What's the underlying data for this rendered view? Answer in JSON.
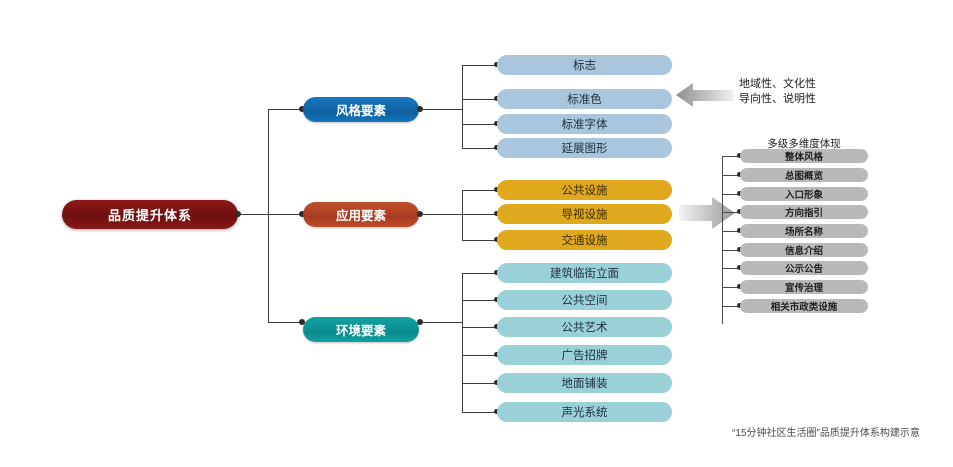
{
  "diagram": {
    "root": {
      "label": "品质提升体系"
    },
    "branches": [
      {
        "key": "style",
        "label": "风格要素",
        "color": "#0e5f9e"
      },
      {
        "key": "apply",
        "label": "应用要素",
        "color": "#a73b20"
      },
      {
        "key": "env",
        "label": "环境要素",
        "color": "#0c8b8d"
      }
    ],
    "style_leaves": [
      {
        "label": "标志"
      },
      {
        "label": "标准色"
      },
      {
        "label": "标准字体"
      },
      {
        "label": "延展图形"
      }
    ],
    "apply_leaves": [
      {
        "label": "公共设施"
      },
      {
        "label": "导视设施"
      },
      {
        "label": "交通设施"
      }
    ],
    "env_leaves": [
      {
        "label": "建筑临街立面"
      },
      {
        "label": "公共空间"
      },
      {
        "label": "公共艺术"
      },
      {
        "label": "广告招牌"
      },
      {
        "label": "地面铺装"
      },
      {
        "label": "声光系统"
      }
    ],
    "annotation": {
      "line1": "地域性、文化性",
      "line2": "导向性、说明性"
    },
    "detail_column": {
      "title": "多级多维度体现",
      "items": [
        {
          "label": "整体风格"
        },
        {
          "label": "总图概览"
        },
        {
          "label": "入口形象"
        },
        {
          "label": "方向指引"
        },
        {
          "label": "场所名称"
        },
        {
          "label": "信息介绍"
        },
        {
          "label": "公示公告"
        },
        {
          "label": "宣传治理"
        },
        {
          "label": "相关市政类设施"
        }
      ]
    },
    "caption": "“15分钟社区生活圈”品质提升体系构建示意",
    "colors": {
      "root": "#6e100f",
      "style_branch": "#0e5f9e",
      "apply_branch": "#a73b20",
      "env_branch": "#0c8b8d",
      "style_leaf": "#a9c6dd",
      "apply_leaf": "#e0a81c",
      "env_leaf": "#9ad0d7",
      "detail_pill": "#b9b9b9",
      "connector": "#3c3c3c"
    }
  }
}
